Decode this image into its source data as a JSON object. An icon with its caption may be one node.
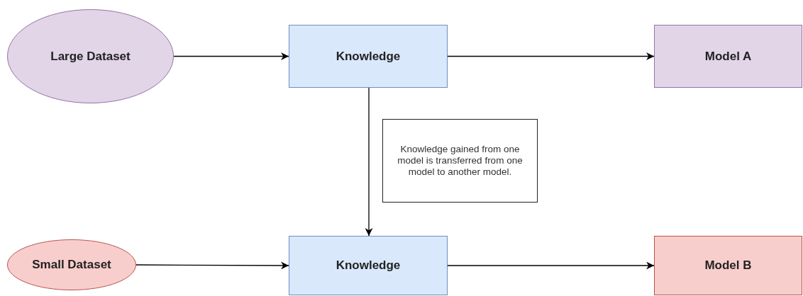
{
  "diagram": {
    "nodes": [
      {
        "text": [
          "Large Dataset"
        ]
      },
      {
        "text": [
          "Knowledge"
        ]
      },
      {
        "text": [
          "Model A"
        ]
      },
      {
        "text": [
          "Knowledge gained from one model is transferred from one model to another model."
        ]
      },
      {
        "text": [
          "Small Dataset"
        ]
      },
      {
        "text": [
          "Knowledge"
        ]
      },
      {
        "text": [
          "Model B"
        ]
      }
    ],
    "edges": [
      {
        "from": 0,
        "to": 1,
        "arrow": "to"
      },
      {
        "from": 1,
        "to": 2,
        "arrow": "to"
      },
      {
        "from": 1,
        "to": 5,
        "arrow": "to"
      },
      {
        "from": 4,
        "to": 5,
        "arrow": "to"
      },
      {
        "from": 5,
        "to": 6,
        "arrow": "to"
      }
    ]
  }
}
